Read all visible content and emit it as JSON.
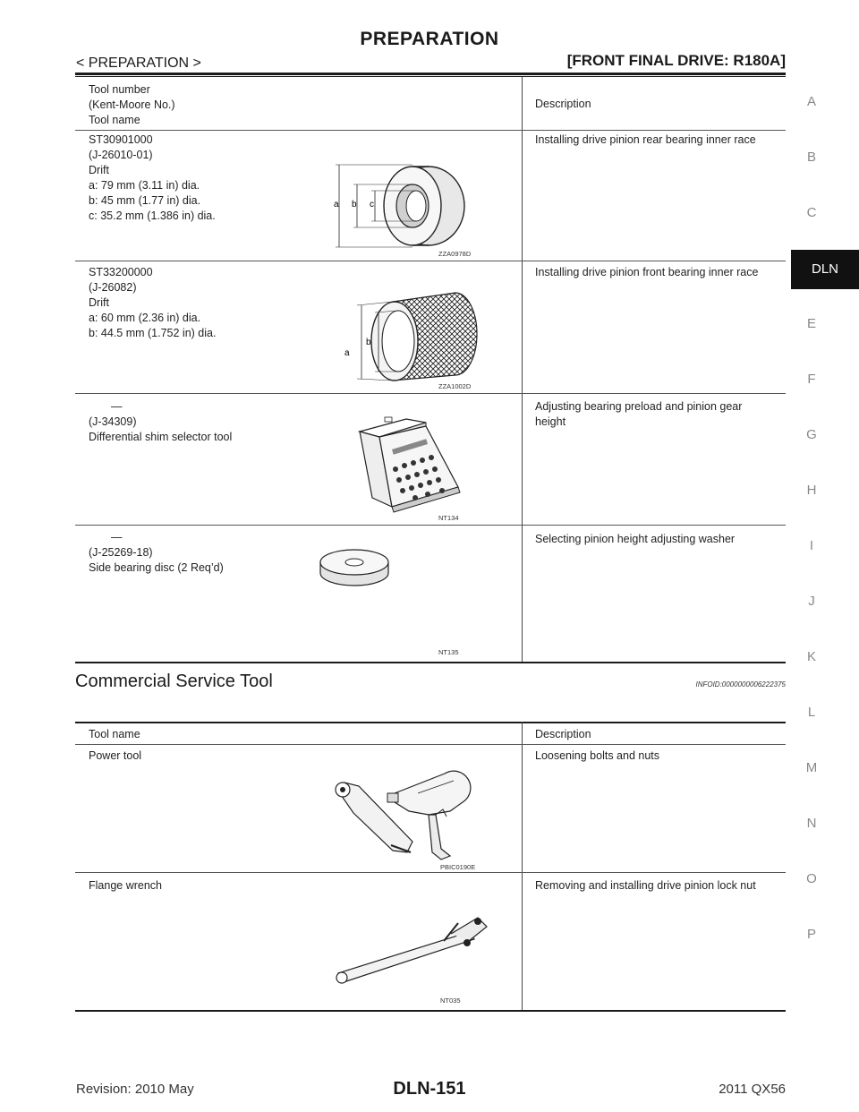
{
  "header": {
    "title": "PREPARATION",
    "breadcrumb": "< PREPARATION >",
    "section": "[FRONT FINAL DRIVE: R180A]"
  },
  "side_index": {
    "letters": [
      "A",
      "B",
      "C",
      "DLN",
      "E",
      "F",
      "G",
      "H",
      "I",
      "J",
      "K",
      "L",
      "M",
      "N",
      "O",
      "P"
    ],
    "active": "DLN"
  },
  "special_tools": {
    "columns": {
      "left": [
        "Tool number",
        "(Kent-Moore No.)",
        "Tool name"
      ],
      "right": "Description"
    },
    "rows": [
      {
        "lines": [
          "ST30901000",
          "(J-26010-01)",
          "Drift",
          "a: 79 mm (3.11 in) dia.",
          "b: 45 mm (1.77 in) dia.",
          "c: 35.2 mm (1.386 in) dia."
        ],
        "description": [
          "Installing drive pinion rear bearing inner race"
        ],
        "figure_code": "ZZA0978D",
        "figure_labels": [
          "a",
          "b",
          "c"
        ]
      },
      {
        "lines": [
          "ST33200000",
          "(J-26082)",
          "Drift",
          "a: 60 mm (2.36 in) dia.",
          "b: 44.5 mm (1.752 in) dia."
        ],
        "description": [
          "Installing drive pinion front bearing inner race"
        ],
        "figure_code": "ZZA1002D",
        "figure_labels": [
          "a",
          "b"
        ]
      },
      {
        "lines": [
          "—",
          "(J-34309)",
          "Differential shim selector tool"
        ],
        "description": [
          "Adjusting bearing preload and pinion gear",
          "height"
        ],
        "figure_code": "NT134"
      },
      {
        "lines": [
          "—",
          "(J-25269-18)",
          "Side bearing disc (2 Req’d)"
        ],
        "description": [
          "Selecting pinion height adjusting washer"
        ],
        "figure_code": "NT135"
      }
    ]
  },
  "commercial": {
    "title": "Commercial Service Tool",
    "infoid": "INFOID:0000000006222375",
    "columns": {
      "left": "Tool name",
      "right": "Description"
    },
    "rows": [
      {
        "name": "Power tool",
        "description": "Loosening bolts and nuts",
        "figure_code": "PBIC0190E"
      },
      {
        "name": "Flange wrench",
        "description": "Removing and installing drive pinion lock nut",
        "figure_code": "NT035"
      }
    ]
  },
  "footer": {
    "revision": "Revision: 2010 May",
    "page": "DLN-151",
    "model": "2011 QX56"
  }
}
